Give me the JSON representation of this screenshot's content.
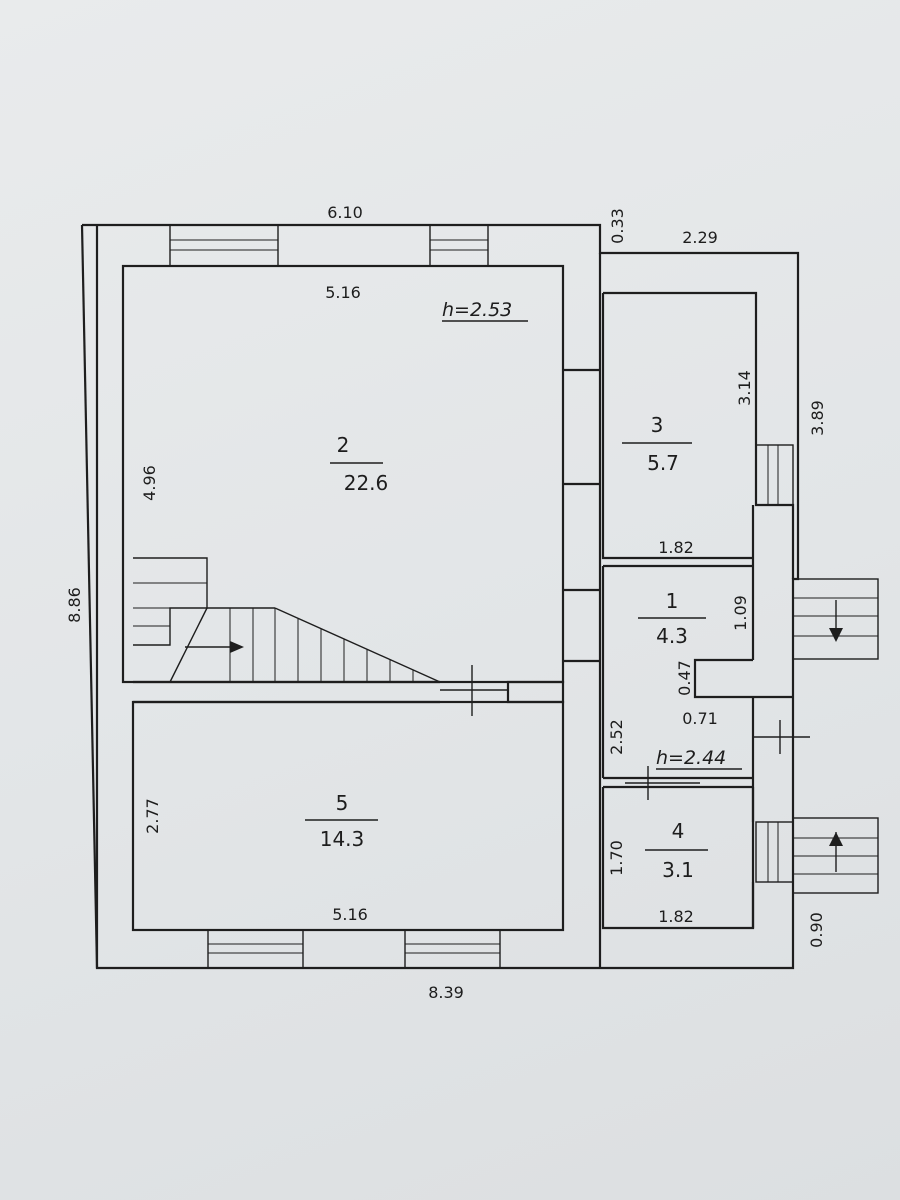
{
  "plan": {
    "rooms": [
      {
        "number": "2",
        "area": "22.6"
      },
      {
        "number": "3",
        "area": "5.7"
      },
      {
        "number": "1",
        "area": "4.3"
      },
      {
        "number": "5",
        "area": "14.3"
      },
      {
        "number": "4",
        "area": "3.1"
      }
    ],
    "heights": [
      "h=2.53",
      "h=2.44"
    ],
    "dimensions": {
      "top_outer": "6.10",
      "top_inner": "5.16",
      "wall_step": "0.33",
      "annex_top": "2.29",
      "room3_height": "3.14",
      "annex_right": "3.89",
      "left_upper": "4.96",
      "left_total": "8.86",
      "room1_top": "1.82",
      "room1_side": "1.09",
      "room1_notch_v": "0.47",
      "room1_notch_h": "0.71",
      "corridor": "2.52",
      "room5_side": "2.77",
      "room4_side": "1.70",
      "room4_bottom": "1.82",
      "bottom_inner": "5.16",
      "bottom_outer": "8.39",
      "right_bottom": "0.90"
    }
  }
}
